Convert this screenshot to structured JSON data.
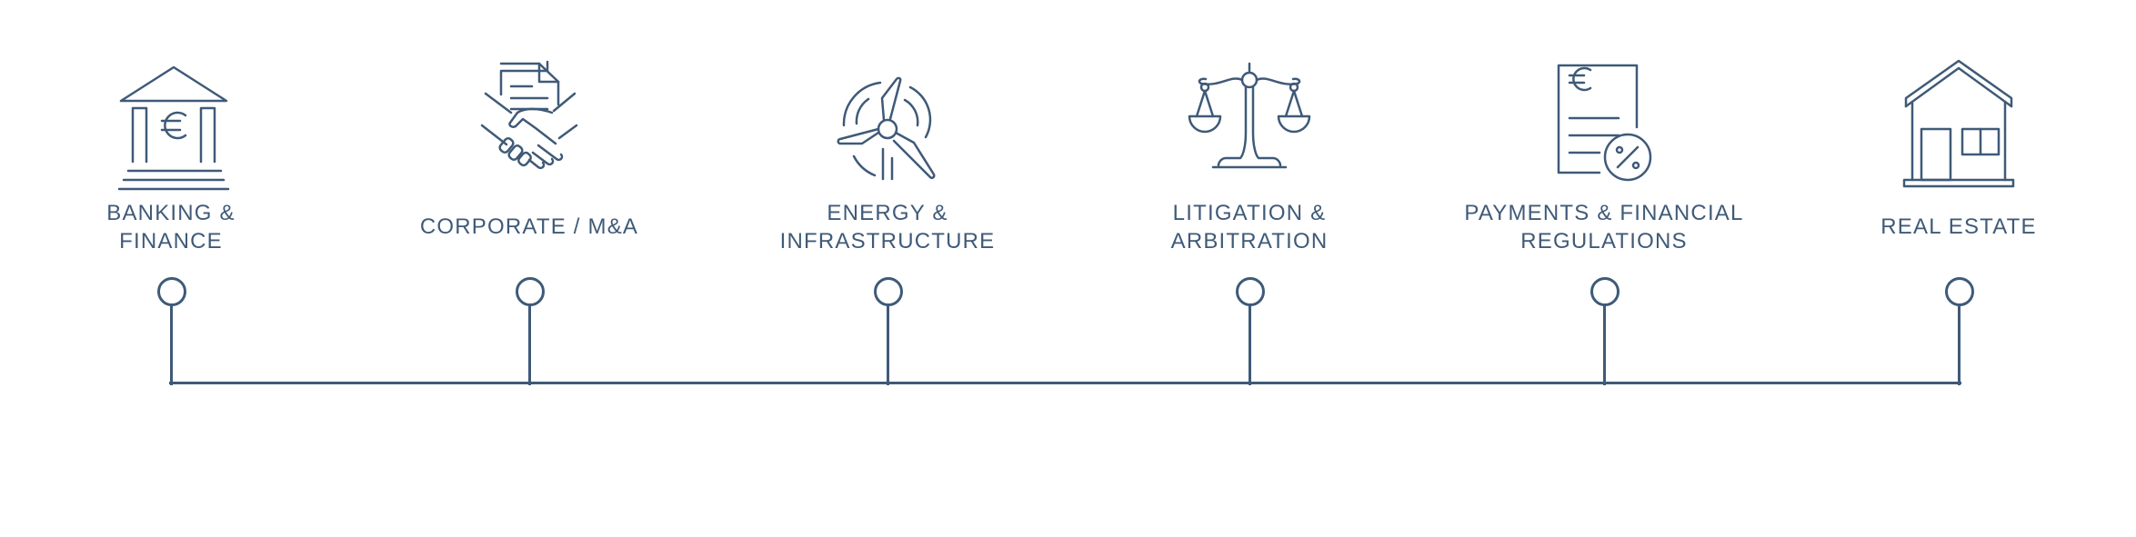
{
  "color": "#3f5a78",
  "practice_areas": [
    {
      "label": "Banking & Finance",
      "icon": "bank-euro-icon"
    },
    {
      "label": "Corporate / M&A",
      "icon": "handshake-document-icon"
    },
    {
      "label": "Energy & Infrastructure",
      "icon": "wind-turbine-icon"
    },
    {
      "label": "Litigation & Arbitration",
      "icon": "scales-of-justice-icon"
    },
    {
      "label": "Payments & Financial Regulations",
      "icon": "invoice-percent-icon"
    },
    {
      "label": "Real Estate",
      "icon": "house-icon"
    }
  ]
}
